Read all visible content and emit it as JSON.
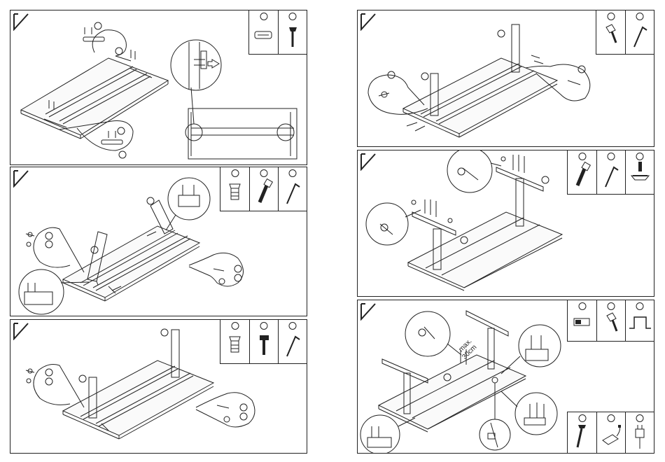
{
  "panels": [
    {
      "id": "step-1",
      "parts": [
        "slider-block",
        "screw"
      ]
    },
    {
      "id": "step-2",
      "parts": [
        "threaded-insert",
        "bolt",
        "hex-key"
      ]
    },
    {
      "id": "step-3",
      "parts": [
        "threaded-insert",
        "bolt",
        "hex-key"
      ]
    },
    {
      "id": "step-4",
      "parts": [
        "screw",
        "hex-key"
      ]
    },
    {
      "id": "step-5",
      "parts": [
        "bolt",
        "hex-key",
        "adjustable-foot"
      ]
    },
    {
      "id": "step-6",
      "parts_top": [
        "control-box",
        "screw",
        "bracket"
      ],
      "parts_bottom": [
        "screw",
        "hand-switch",
        "power-plug"
      ]
    }
  ],
  "annotations": {
    "cable_max_label": "max.",
    "cable_length_label": "30cm"
  },
  "colors": {
    "line": "#222222",
    "background": "#ffffff"
  }
}
